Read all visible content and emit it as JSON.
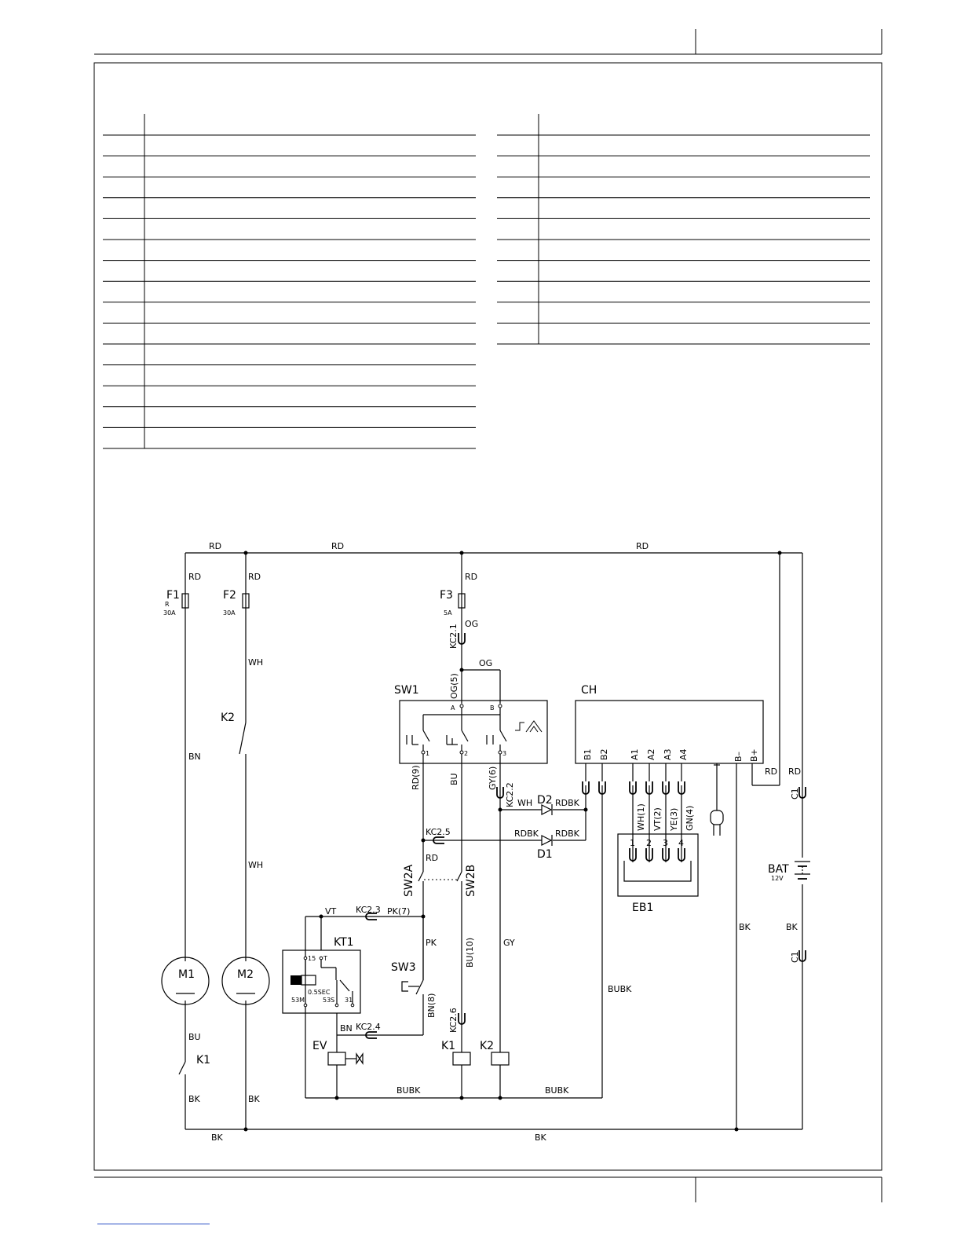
{
  "wires": {
    "rd": "RD",
    "og": "OG",
    "wh": "WH",
    "bn": "BN",
    "bu": "BU",
    "bk": "BK",
    "gy": "GY",
    "pk": "PK",
    "vt": "VT",
    "bubk": "BUBK",
    "rdbk": "RDBK",
    "rd9": "RD(9)",
    "gy6": "GY(6)",
    "og5": "OG(5)",
    "pk7": "PK(7)",
    "bu10": "BU(10)",
    "bn8": "BN(8)",
    "wh1": "WH(1)",
    "vt2": "VT(2)",
    "ye3": "YE(3)",
    "gn4": "GN(4)"
  },
  "components": {
    "f1": "F1",
    "f1_sub": "R",
    "f1_rating": "30A",
    "f2": "F2",
    "f2_rating": "30A",
    "f3": "F3",
    "f3_rating": "5A",
    "k1": "K1",
    "k2": "K2",
    "m1": "M1",
    "m2": "M2",
    "sw1": "SW1",
    "sw2a": "SW2A",
    "sw2b": "SW2B",
    "sw3": "SW3",
    "ch": "CH",
    "kt1": "KT1",
    "ev": "EV",
    "eb1": "EB1",
    "bat": "BAT",
    "bat_v": "12V",
    "c1": "C1",
    "d1": "D1",
    "d2": "D2"
  },
  "connectors": {
    "kc21": "KC2.1",
    "kc22": "KC2.2",
    "kc23": "KC2.3",
    "kc24": "KC2.4",
    "kc25": "KC2.5",
    "kc26": "KC2.6"
  },
  "terminals": {
    "sw1_a": "A",
    "sw1_b": "B",
    "sw1_1": "1",
    "sw1_2": "2",
    "sw1_3": "3",
    "ch_b1": "B1",
    "ch_b2": "B2",
    "ch_a1": "A1",
    "ch_a2": "A2",
    "ch_a3": "A3",
    "ch_a4": "A4",
    "ch_bminus": "B–",
    "ch_bplus": "B+",
    "kt_15": "15",
    "kt_t": "T",
    "kt_53m": "53M",
    "kt_53s": "53S",
    "kt_31": "31",
    "kt_delay": "0.5SEC",
    "eb_1": "1",
    "eb_2": "2",
    "eb_3": "3",
    "eb_4": "4"
  },
  "legend": {
    "left_rows": 16,
    "right_rows": 11
  }
}
